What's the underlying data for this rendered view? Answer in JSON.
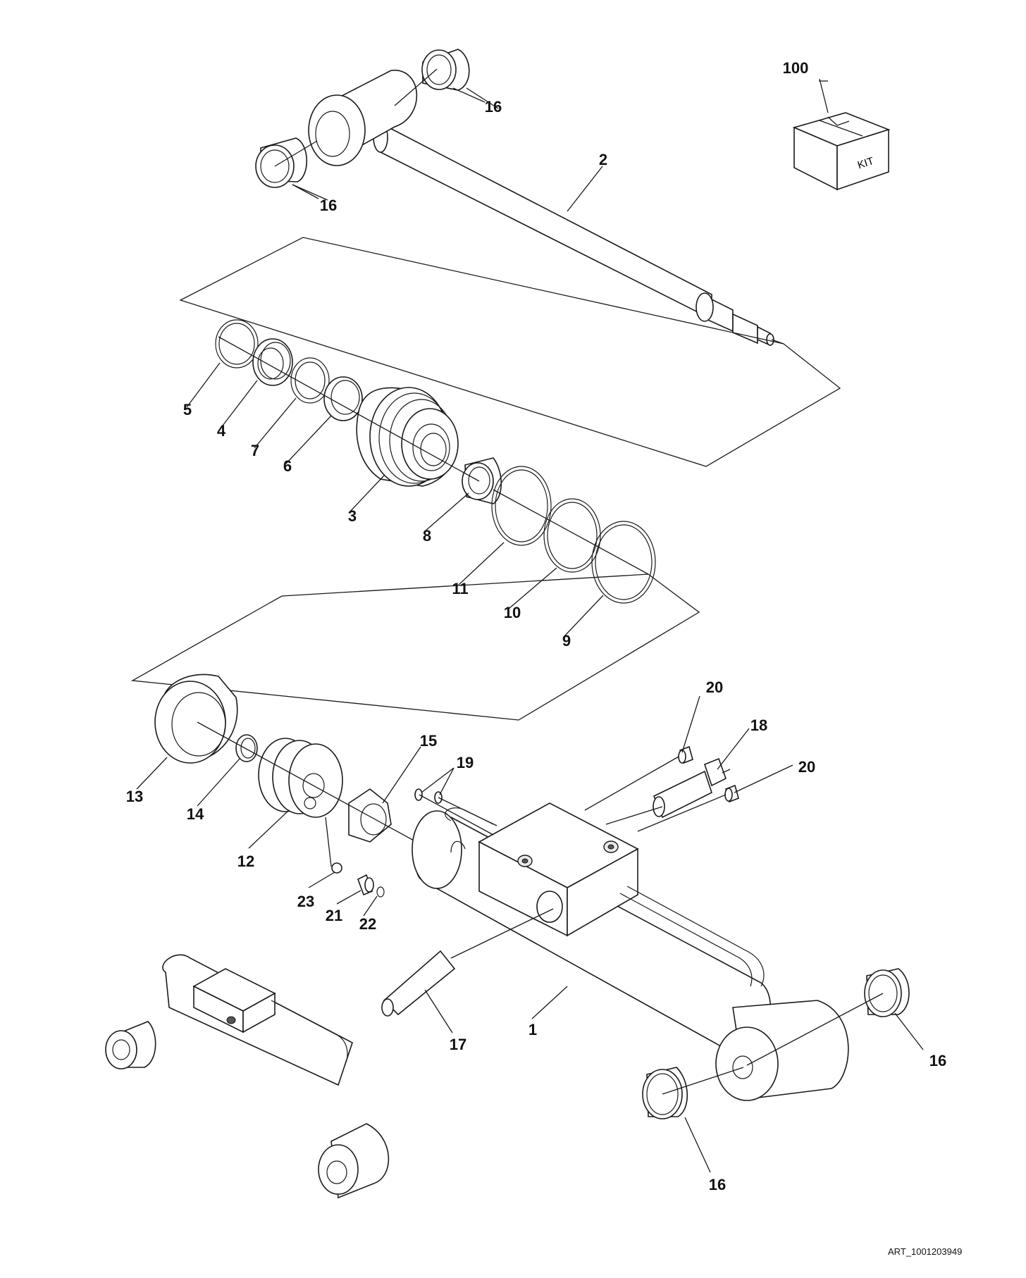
{
  "diagram": {
    "labels": {
      "l100": "100",
      "l16a": "16",
      "l16b": "16",
      "l2": "2",
      "l5": "5",
      "l4": "4",
      "l7": "7",
      "l6": "6",
      "l3": "3",
      "l8": "8",
      "l11": "11",
      "l10": "10",
      "l9": "9",
      "l20a": "20",
      "l18": "18",
      "l20b": "20",
      "l15": "15",
      "l19": "19",
      "l13": "13",
      "l14": "14",
      "l12": "12",
      "l23": "23",
      "l21": "21",
      "l22": "22",
      "l17": "17",
      "l1": "1",
      "l16c": "16",
      "l16d": "16"
    },
    "kit_text": "KIT",
    "art_id": "ART_1001203949"
  }
}
